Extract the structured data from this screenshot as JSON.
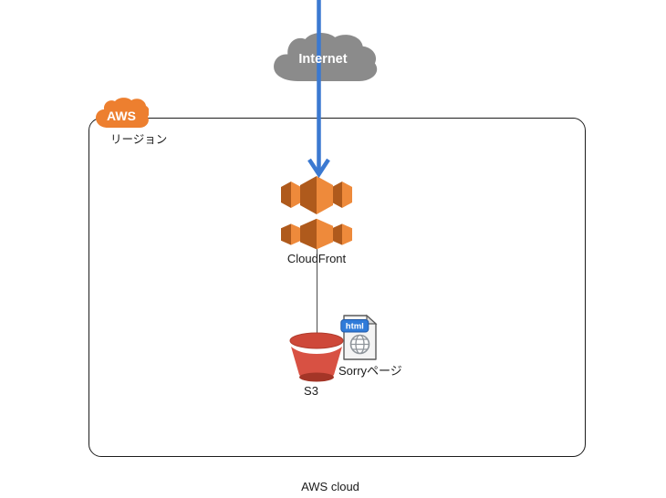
{
  "diagram": {
    "internet": {
      "label": "Internet"
    },
    "region": {
      "logo_label": "AWS",
      "label": "リージョン"
    },
    "cloudfront": {
      "label": "CloudFront"
    },
    "s3": {
      "label": "S3"
    },
    "sorry_page": {
      "label": "Sorryページ",
      "badge_label": "html"
    },
    "caption": "AWS cloud"
  },
  "colors": {
    "arrow_blue": "#3B79D1",
    "internet_cloud_gray": "#8B8B8B",
    "aws_logo_orange": "#ED7F2F",
    "cloudfront_orange_light": "#EE8A3B",
    "cloudfront_orange_dark": "#AF5A1C",
    "s3_red_body": "#D85143",
    "s3_red_lid": "#CE4839",
    "s3_red_rim": "#A43527",
    "html_badge_blue": "#2F7BD9",
    "region_border": "#1C1C1C"
  }
}
